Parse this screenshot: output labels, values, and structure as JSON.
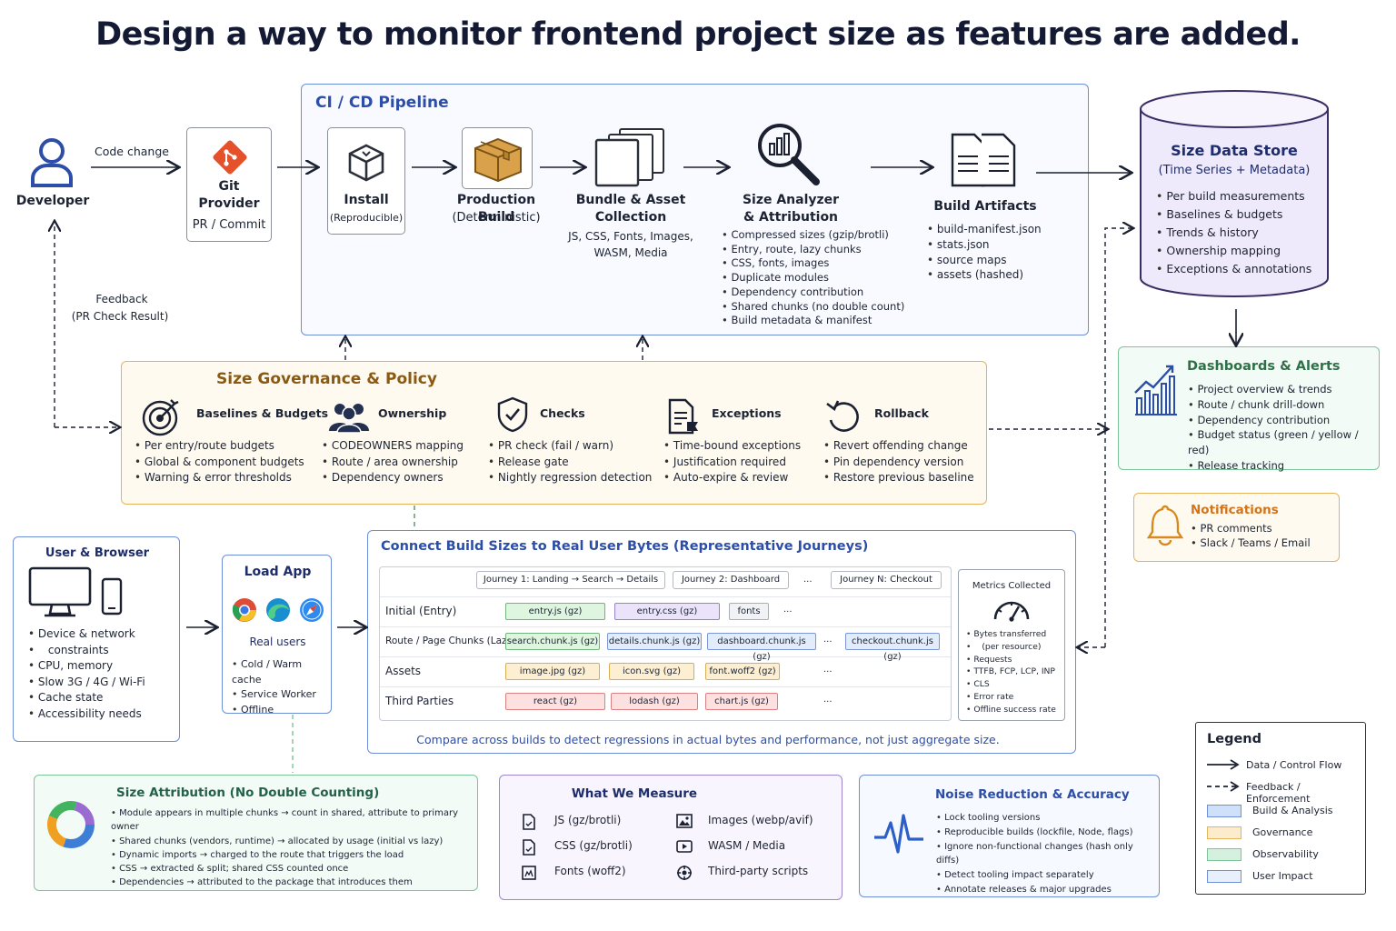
{
  "title": "Design a way to monitor frontend project size as features are added.",
  "developer": {
    "label": "Developer",
    "code_change": "Code change",
    "feedback": "Feedback",
    "feedback_sub": "(PR Check Result)"
  },
  "git": {
    "title1": "Git",
    "title2": "Provider",
    "sub": "PR / Commit"
  },
  "cicd": {
    "title": "CI / CD Pipeline",
    "install": {
      "title": "Install",
      "sub": "(Reproducible)"
    },
    "build": {
      "title": "Production Build",
      "sub": "(Deterministic)"
    },
    "bundle": {
      "title1": "Bundle & Asset",
      "title2": "Collection",
      "sub1": "JS, CSS, Fonts, Images,",
      "sub2": "WASM, Media"
    },
    "analyzer": {
      "title1": "Size Analyzer",
      "title2": "& Attribution",
      "items": [
        "Compressed sizes (gzip/brotli)",
        "Entry, route, lazy chunks",
        "CSS, fonts, images",
        "Duplicate modules",
        "Dependency contribution",
        "Shared chunks (no double count)",
        "Build metadata & manifest"
      ]
    },
    "artifacts": {
      "title": "Build Artifacts",
      "items": [
        "build-manifest.json",
        "stats.json",
        "source maps",
        "assets (hashed)"
      ]
    }
  },
  "store": {
    "title": "Size Data Store",
    "subtitle": "(Time Series + Metadata)",
    "items": [
      "Per build measurements",
      "Baselines & budgets",
      "Trends & history",
      "Ownership mapping",
      "Exceptions & annotations"
    ]
  },
  "dash": {
    "title": "Dashboards & Alerts",
    "items": [
      "Project overview & trends",
      "Route / chunk drill-down",
      "Dependency contribution",
      "Budget status (green / yellow / red)",
      "Release tracking"
    ]
  },
  "notif": {
    "title": "Notifications",
    "items": [
      "PR comments",
      "Slack / Teams / Email"
    ]
  },
  "gov": {
    "title": "Size Governance & Policy",
    "cols": [
      {
        "title": "Baselines & Budgets",
        "items": [
          "Per entry/route budgets",
          "Global & component budgets",
          "Warning & error thresholds"
        ]
      },
      {
        "title": "Ownership",
        "items": [
          "CODEOWNERS mapping",
          "Route / area ownership",
          "Dependency owners"
        ]
      },
      {
        "title": "Checks",
        "items": [
          "PR check (fail / warn)",
          "Release gate",
          "Nightly regression detection"
        ]
      },
      {
        "title": "Exceptions",
        "items": [
          "Time-bound exceptions",
          "Justification required",
          "Auto-expire & review"
        ]
      },
      {
        "title": "Rollback",
        "items": [
          "Revert offending change",
          "Pin dependency version",
          "Restore previous baseline"
        ]
      }
    ]
  },
  "user": {
    "title": "User & Browser",
    "items": [
      "Device & network",
      "constraints",
      "CPU, memory",
      "Slow 3G / 4G / Wi-Fi",
      "Cache state",
      "Accessibility needs"
    ]
  },
  "load": {
    "title": "Load App",
    "sub": "Real users",
    "items": [
      "Cold / Warm cache",
      "Service Worker",
      "Offline"
    ]
  },
  "connect": {
    "title": "Connect Build Sizes to Real User Bytes (Representative Journeys)",
    "journeys": [
      "Journey 1: Landing → Search → Details",
      "Journey 2: Dashboard",
      "...",
      "Journey N: Checkout"
    ],
    "rows": [
      {
        "label": "Initial (Entry)",
        "chips": [
          "entry.js (gz)",
          "entry.css (gz)",
          "fonts",
          "..."
        ]
      },
      {
        "label": "Route / Page Chunks (Lazy)",
        "chips": [
          "search.chunk.js (gz)",
          "details.chunk.js (gz)",
          "dashboard.chunk.js (gz)",
          "...",
          "checkout.chunk.js (gz)"
        ]
      },
      {
        "label": "Assets",
        "chips": [
          "image.jpg (gz)",
          "icon.svg (gz)",
          "font.woff2 (gz)",
          "..."
        ]
      },
      {
        "label": "Third Parties",
        "chips": [
          "react (gz)",
          "lodash (gz)",
          "chart.js (gz)",
          "..."
        ]
      }
    ],
    "footer": "Compare across builds to detect regressions in actual bytes and performance, not just aggregate size."
  },
  "metrics": {
    "title": "Metrics Collected",
    "items": [
      "Bytes transferred",
      "(per resource)",
      "Requests",
      "TTFB, FCP, LCP, INP",
      "CLS",
      "Error rate",
      "Offline success rate"
    ]
  },
  "attr": {
    "title": "Size Attribution (No Double Counting)",
    "items": [
      "Module appears in multiple chunks → count in shared, attribute to primary owner",
      "Shared chunks (vendors, runtime) → allocated by usage (initial vs lazy)",
      "Dynamic imports → charged to the route that triggers the load",
      "CSS → extracted & split; shared CSS counted once",
      "Dependencies → attributed to the package that introduces them"
    ]
  },
  "measure": {
    "title": "What We Measure",
    "items": [
      "JS (gz/brotli)",
      "Images (webp/avif)",
      "CSS (gz/brotli)",
      "WASM / Media",
      "Fonts (woff2)",
      "Third-party scripts"
    ]
  },
  "noise": {
    "title": "Noise Reduction & Accuracy",
    "items": [
      "Lock tooling versions",
      "Reproducible builds (lockfile, Node, flags)",
      "Ignore non-functional changes (hash only diffs)",
      "Detect tooling impact separately",
      "Annotate releases & major upgrades"
    ]
  },
  "legend": {
    "title": "Legend",
    "items": [
      "Data / Control Flow",
      "Feedback / Enforcement",
      "Build & Analysis",
      "Governance",
      "Observability",
      "User Impact"
    ],
    "colors": {
      "build": "#cfe0fb",
      "governance": "#fdeccb",
      "observability": "#d6f0df",
      "user": "#e8f0fd"
    }
  }
}
